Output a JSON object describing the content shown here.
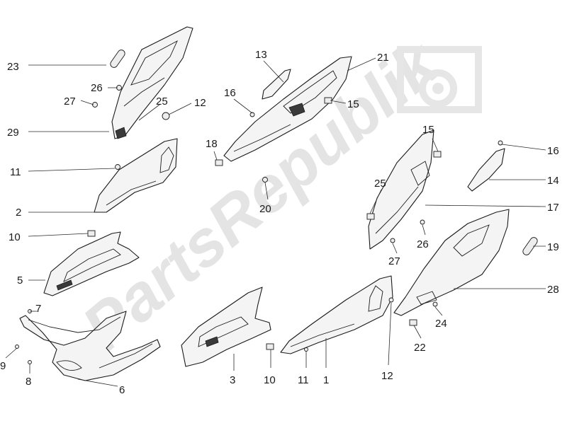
{
  "watermark": {
    "text": "PartsRepublik",
    "color": "#dedede"
  },
  "callouts": [
    "23",
    "26",
    "27",
    "25",
    "12",
    "29",
    "11",
    "2",
    "10",
    "5",
    "7",
    "9",
    "8",
    "6",
    "13",
    "21",
    "16",
    "15",
    "18",
    "20",
    "3",
    "10",
    "11",
    "1",
    "12",
    "15",
    "16",
    "14",
    "25",
    "17",
    "27",
    "26",
    "19",
    "28",
    "24",
    "22"
  ]
}
